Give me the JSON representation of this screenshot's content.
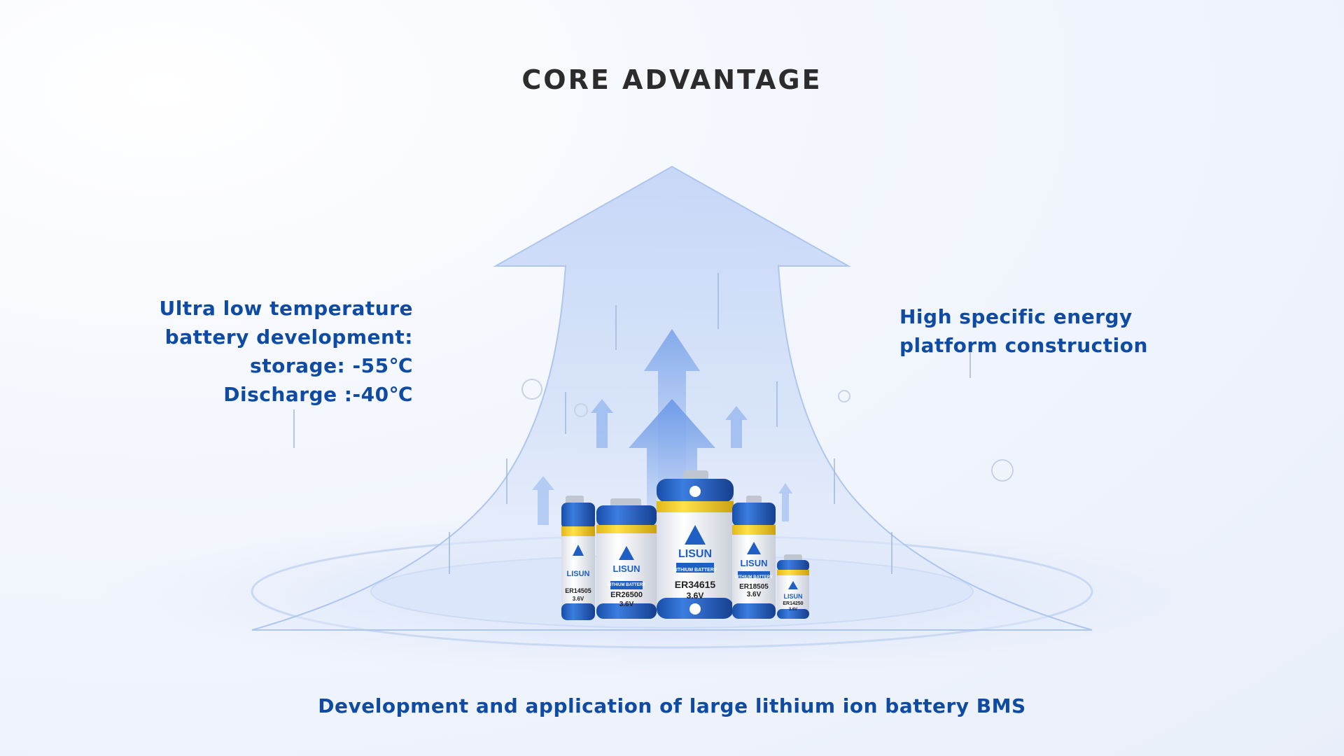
{
  "title": "CORE ADVANTAGE",
  "features": {
    "left": [
      "Ultra low temperature",
      "battery development:",
      "storage: -55℃",
      "Discharge :-40℃"
    ],
    "right": [
      "High specific energy",
      "platform construction"
    ],
    "bottom": "Development and application of large lithium ion battery BMS"
  },
  "batteries": [
    {
      "brand": "LISUN",
      "model": "ER14505",
      "voltage": "3.6V"
    },
    {
      "brand": "LISUN",
      "model": "ER26500",
      "voltage": "3.6V"
    },
    {
      "brand": "LISUN",
      "model": "ER34615",
      "voltage": "3.6V"
    },
    {
      "brand": "LISUN",
      "model": "ER18505",
      "voltage": "3.6V"
    },
    {
      "brand": "LISUN",
      "model": "ER14250",
      "voltage": "3.6V"
    }
  ],
  "battery_band_text": "LITHIUM BATTERY",
  "colors": {
    "title": "#2c2c2c",
    "feature_text": "#0f4aa3",
    "battery_blue": "#1f5fc4",
    "battery_yellow": "#f6d12a",
    "arrow_fill": "#c7d7f5"
  }
}
